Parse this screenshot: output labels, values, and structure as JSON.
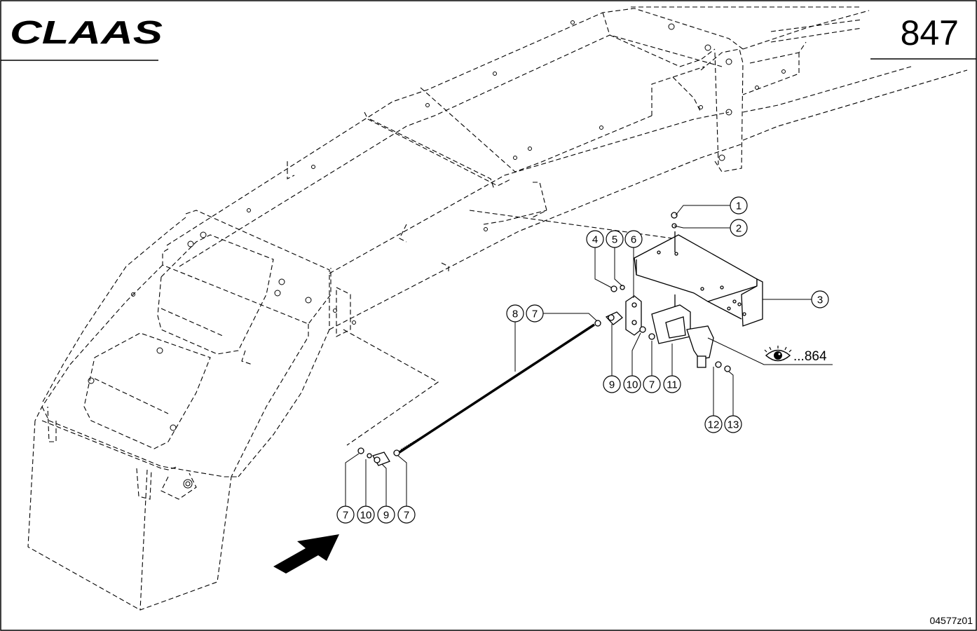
{
  "header": {
    "brand": "CLAAS",
    "page_number": "847"
  },
  "cross_reference": {
    "text": "...864",
    "icon": "eye-icon"
  },
  "drawing_code": "04577z01",
  "callouts": [
    {
      "id": "c1",
      "label": "1"
    },
    {
      "id": "c2",
      "label": "2"
    },
    {
      "id": "c3",
      "label": "3"
    },
    {
      "id": "c4",
      "label": "4"
    },
    {
      "id": "c5",
      "label": "5"
    },
    {
      "id": "c6",
      "label": "6"
    },
    {
      "id": "c7a",
      "label": "7"
    },
    {
      "id": "c8",
      "label": "8"
    },
    {
      "id": "c9a",
      "label": "9"
    },
    {
      "id": "c10a",
      "label": "10"
    },
    {
      "id": "c7b",
      "label": "7"
    },
    {
      "id": "c11",
      "label": "11"
    },
    {
      "id": "c12",
      "label": "12"
    },
    {
      "id": "c13",
      "label": "13"
    },
    {
      "id": "c7c",
      "label": "7"
    },
    {
      "id": "c10b",
      "label": "10"
    },
    {
      "id": "c9b",
      "label": "9"
    },
    {
      "id": "c7d",
      "label": "7"
    }
  ]
}
